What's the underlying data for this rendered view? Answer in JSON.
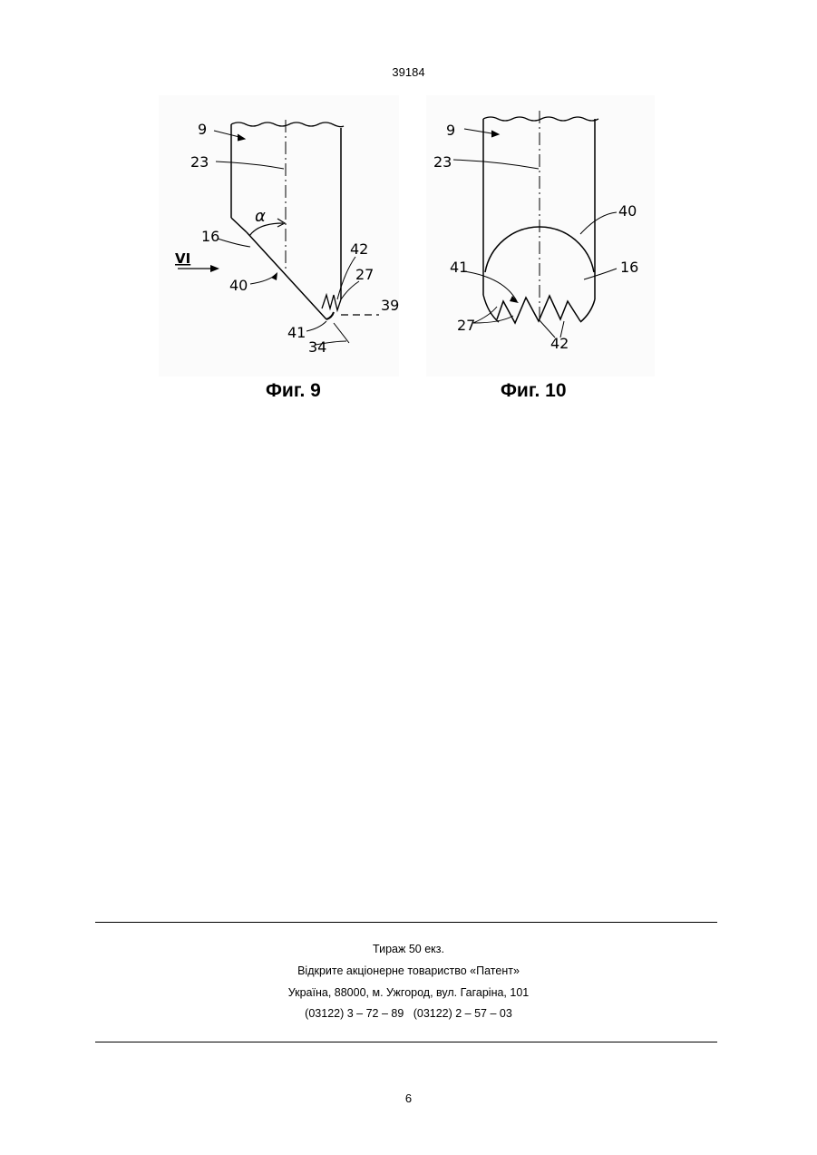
{
  "header": {
    "patent_number": "39184"
  },
  "figures": [
    {
      "caption": "Фиг. 9",
      "labels": {
        "l9": "9",
        "l23": "23",
        "l16": "16",
        "l40": "40",
        "lVI": "VI",
        "l42": "42",
        "l27": "27",
        "l39": "39",
        "l41": "41",
        "l34": "34",
        "alpha": "α"
      }
    },
    {
      "caption": "Фиг. 10",
      "labels": {
        "l9": "9",
        "l23": "23",
        "l40": "40",
        "l41": "41",
        "l16": "16",
        "l27": "27",
        "l42": "42"
      }
    }
  ],
  "imprint": {
    "circulation": "Тираж 50 екз.",
    "publisher": "Відкрите акціонерне товариство «Патент»",
    "address": "Україна, 88000, м. Ужгород, вул. Гагаріна, 101",
    "phones": "(03122) 3 – 72 – 89   (03122) 2 – 57 – 03"
  },
  "footer": {
    "page_number": "6"
  }
}
